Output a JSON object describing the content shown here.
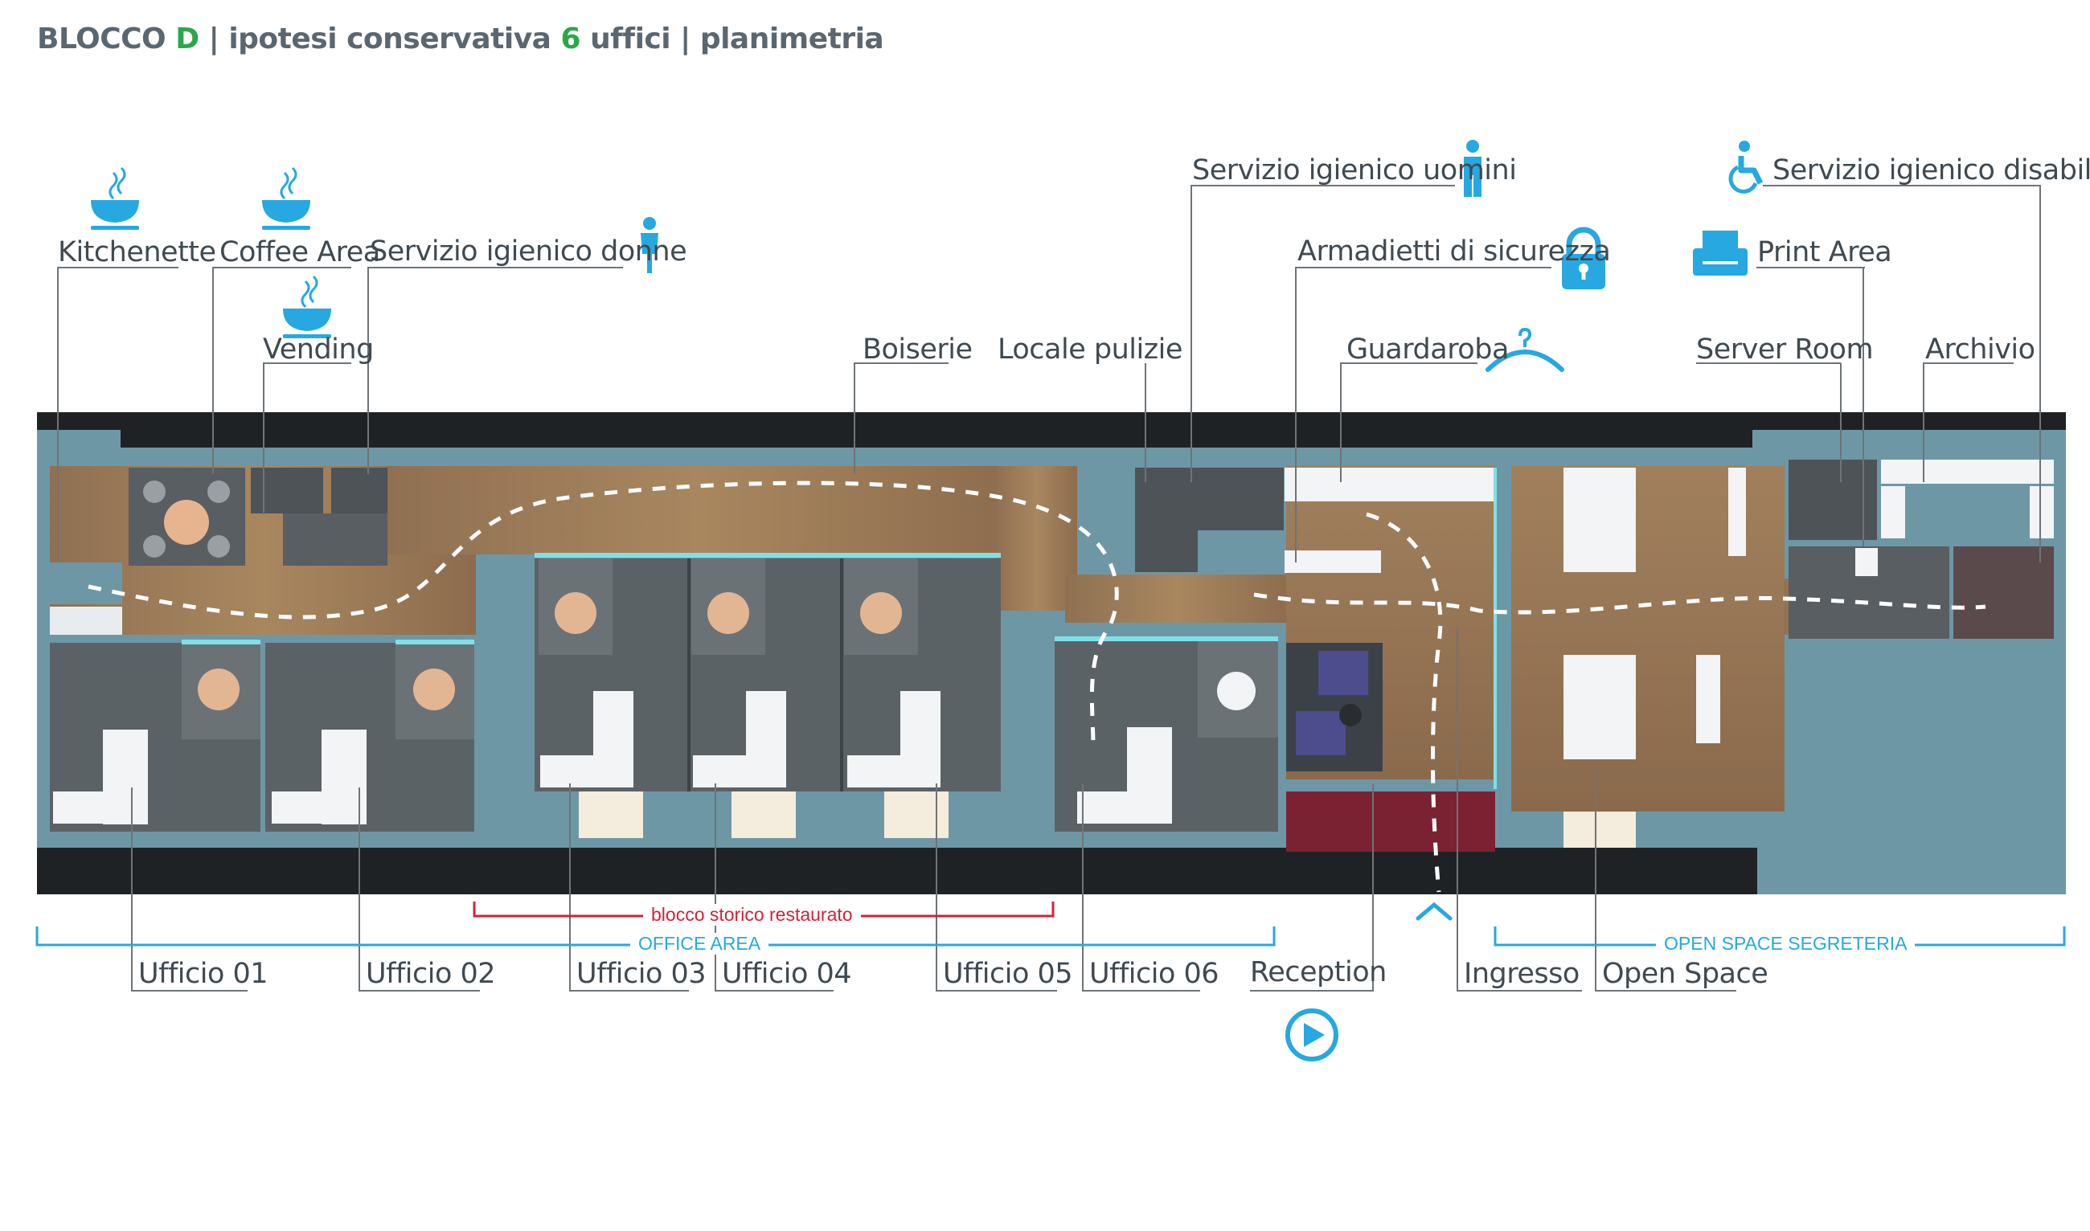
{
  "title": {
    "prefix": "BLOCCO",
    "block_letter": "D",
    "mid": "| ipotesi conservativa",
    "count": "6",
    "suffix": "uffici | planimetria"
  },
  "labels_top": {
    "kitchenette": "Kitchenette",
    "coffee_area": "Coffee Area",
    "vending": "Vending",
    "wc_donne": "Servizio igienico donne",
    "boiserie": "Boiserie",
    "locale_pulizie": "Locale pulizie",
    "wc_uomini": "Servizio igienico uomini",
    "armadietti": "Armadietti di sicurezza",
    "guardaroba": "Guardaroba",
    "wc_disabili": "Servizio igienico disabili",
    "print_area": "Print Area",
    "server_room": "Server Room",
    "archivio": "Archivio"
  },
  "labels_bottom": {
    "ufficio_01": "Ufficio 01",
    "ufficio_02": "Ufficio 02",
    "ufficio_03": "Ufficio 03",
    "ufficio_04": "Ufficio 04",
    "ufficio_05": "Ufficio 05",
    "ufficio_06": "Ufficio 06",
    "reception": "Reception",
    "ingresso": "Ingresso",
    "open_space": "Open Space"
  },
  "zones": {
    "blocco_storico": "blocco storico restaurato",
    "office_area": "OFFICE AREA",
    "open_space_segreteria": "OPEN SPACE SEGRETERIA"
  },
  "icons": [
    "coffee-cup-icon",
    "female-icon",
    "male-icon",
    "padlock-icon",
    "hanger-icon",
    "wheelchair-icon",
    "printer-icon",
    "play-icon",
    "entrance-chevron-icon"
  ],
  "colors": {
    "accent_blue": "#27a8e0",
    "accent_green": "#2aa84a",
    "label_text": "#3f4a52",
    "wall": "#6e97a6",
    "floor_wood": "#9c7b58",
    "office_floor": "#5b6266",
    "carpet": "#7b2232",
    "historic_red": "#d1233a"
  }
}
